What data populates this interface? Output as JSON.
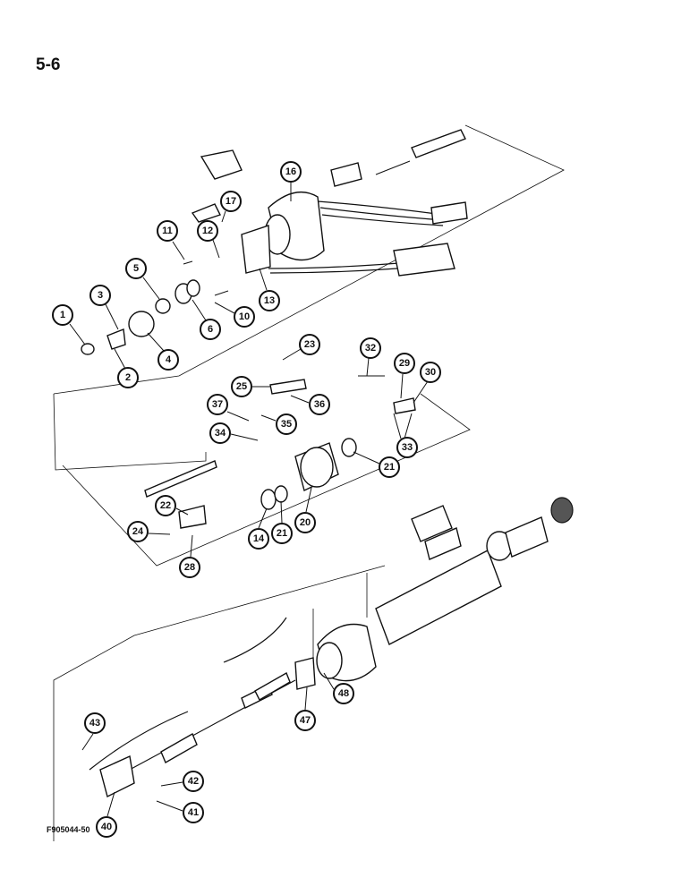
{
  "page": {
    "number": "5-6",
    "figure_code": "F905044-50"
  },
  "callouts": [
    "1",
    "2",
    "3",
    "4",
    "5",
    "6",
    "10",
    "11",
    "12",
    "13",
    "16",
    "17",
    "20",
    "21",
    "21",
    "22",
    "23",
    "24",
    "25",
    "28",
    "29",
    "30",
    "32",
    "33",
    "34",
    "35",
    "36",
    "37",
    "14",
    "40",
    "41",
    "42",
    "43",
    "47",
    "48"
  ]
}
